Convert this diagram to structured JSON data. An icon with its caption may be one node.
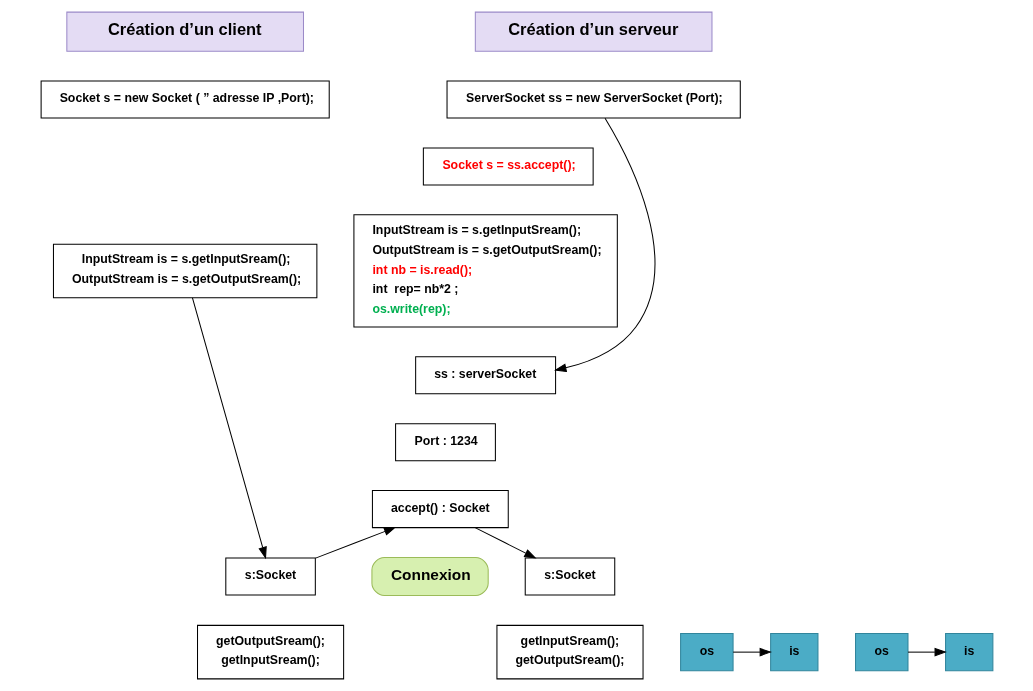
{
  "diagram": {
    "nodes": [
      {
        "text": [
          "Création d’un client"
        ]
      },
      {
        "text": [
          "Création d’un serveur"
        ]
      },
      {
        "text": [
          "Socket s = new Socket ( ” adresse IP ,Port);"
        ]
      },
      {
        "text": [
          "InputStream is = s.getInputSream();",
          "OutputStream is = s.getOutputSream();"
        ]
      },
      {
        "text": [
          "ServerSocket ss = new ServerSocket (Port);"
        ]
      },
      {
        "text": [
          "Socket s = ss.accept();"
        ]
      },
      {
        "text": [
          "InputStream is = s.getInputSream();",
          "OutputStream is = s.getOutputSream();",
          "int nb = is.read();",
          "int  rep= nb*2 ;",
          "os.write(rep);"
        ]
      },
      {
        "text": [
          "ss : serverSocket"
        ]
      },
      {
        "text": [
          "Port : 1234"
        ]
      },
      {
        "text": [
          "accept() : Socket"
        ]
      },
      {
        "text": [
          "Connexion"
        ]
      },
      {
        "text": [
          "s:Socket"
        ]
      },
      {
        "text": [
          "getOutputSream();",
          "getInputSream();"
        ]
      },
      {
        "text": [
          "os"
        ]
      },
      {
        "text": [
          "is"
        ]
      },
      {
        "text": [
          "s:Socket"
        ]
      },
      {
        "text": [
          "is"
        ]
      },
      {
        "text": [
          "os"
        ]
      },
      {
        "text": [
          "getInputSream();",
          "getOutputSream();"
        ]
      }
    ],
    "edges": [
      {
        "from": 3,
        "to": 11,
        "arrow": "to"
      },
      {
        "from": 11,
        "to": 9,
        "arrow": "to"
      },
      {
        "from": 4,
        "to": 7,
        "arrow": "to"
      },
      {
        "from": 9,
        "to": 15,
        "arrow": "to"
      },
      {
        "from": 13,
        "to": 16,
        "arrow": "to"
      },
      {
        "from": 17,
        "to": 14,
        "arrow": "to"
      }
    ]
  }
}
